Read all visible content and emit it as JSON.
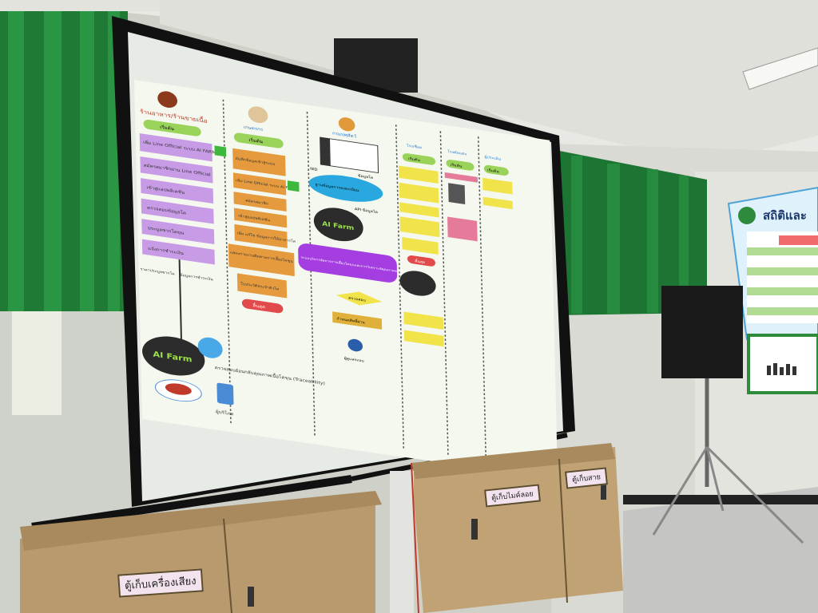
{
  "slide": {
    "columns": [
      {
        "title": "ร้านอาหาร/ร้านขายเนื้อ",
        "start": "เริ่มต้น",
        "steps": [
          "เพิ่ม Line Official ระบบ AI FARM",
          "สมัครสมาชิกผ่าน Line Official",
          "เข้าสู่แอปพลิเคชัน",
          "ตรวจสอบข้อมูลโค",
          "ประมูลซากโคขุน",
          "แจ้งการชำระเงิน"
        ],
        "side_labels": [
          "ราคาประมูลซากโค",
          "ข้อมูลการชำระเงิน"
        ]
      },
      {
        "title": "เกษตรกร",
        "start": "เริ่มต้น",
        "steps": [
          "บันทึกข้อมูลเข้าสู่ระบบ",
          "เพิ่ม Line Official ระบบ AI FARM",
          "สมัครสมาชิก",
          "เข้าสู่แอปพลิเคชัน",
          "เพิ่ม แก้ไข ข้อมูลการให้อาหารโค",
          "แสดงรายงานติดตามการเลี้ยงโคขุน",
          "ใบประวัติประจำตัวโค"
        ],
        "end": "สิ้นสุด"
      },
      {
        "title": "กรมปศุสัตว์",
        "labels": [
          "NID",
          "ข้อมูลโค",
          "API ข้อมูลโค"
        ],
        "database": "ฐานข้อมูลการลงทะเบียน",
        "system": "ระบบบริหารจัดการการเลี้ยงโคขุนและการวิเคราะห์คุณภาพซากโคขุน",
        "decision": "ตรวจสอบ",
        "process": "กำหนดสิทธิ์ผ่าน",
        "actor": "ผู้ดูแลระบบ"
      },
      {
        "title": "โรงเชือด",
        "start": "เริ่มต้น",
        "end": "สิ้นสุด"
      },
      {
        "title": "โรงตัดแต่ง",
        "start": "เริ่มต้น"
      },
      {
        "title": "ผู้ประเมิน",
        "start": "เริ่มต้น"
      }
    ],
    "logo_text": "AI Farm",
    "traceability": "ตรวจสอบย้อนกลับคุณภาพเนื้อโคขุน (Traceability)",
    "consumer": "ผู้บริโภค"
  },
  "cabinets": {
    "left_label": "ตู้เก็บเครื่องเสียง",
    "right_label_1": "ตู้เก็บไมค์ลอย",
    "right_label_2": "ตู้เก็บสาย"
  },
  "poster": {
    "title": "สถิติและ"
  },
  "colors": {
    "wall": "#d4d6cf",
    "curtain": "#1f7a35",
    "screen": "#eef2ea",
    "purple": "#c79be6",
    "orange": "#e59a3d",
    "yellow": "#f1e34a",
    "cabinet": "#b89a6e"
  }
}
